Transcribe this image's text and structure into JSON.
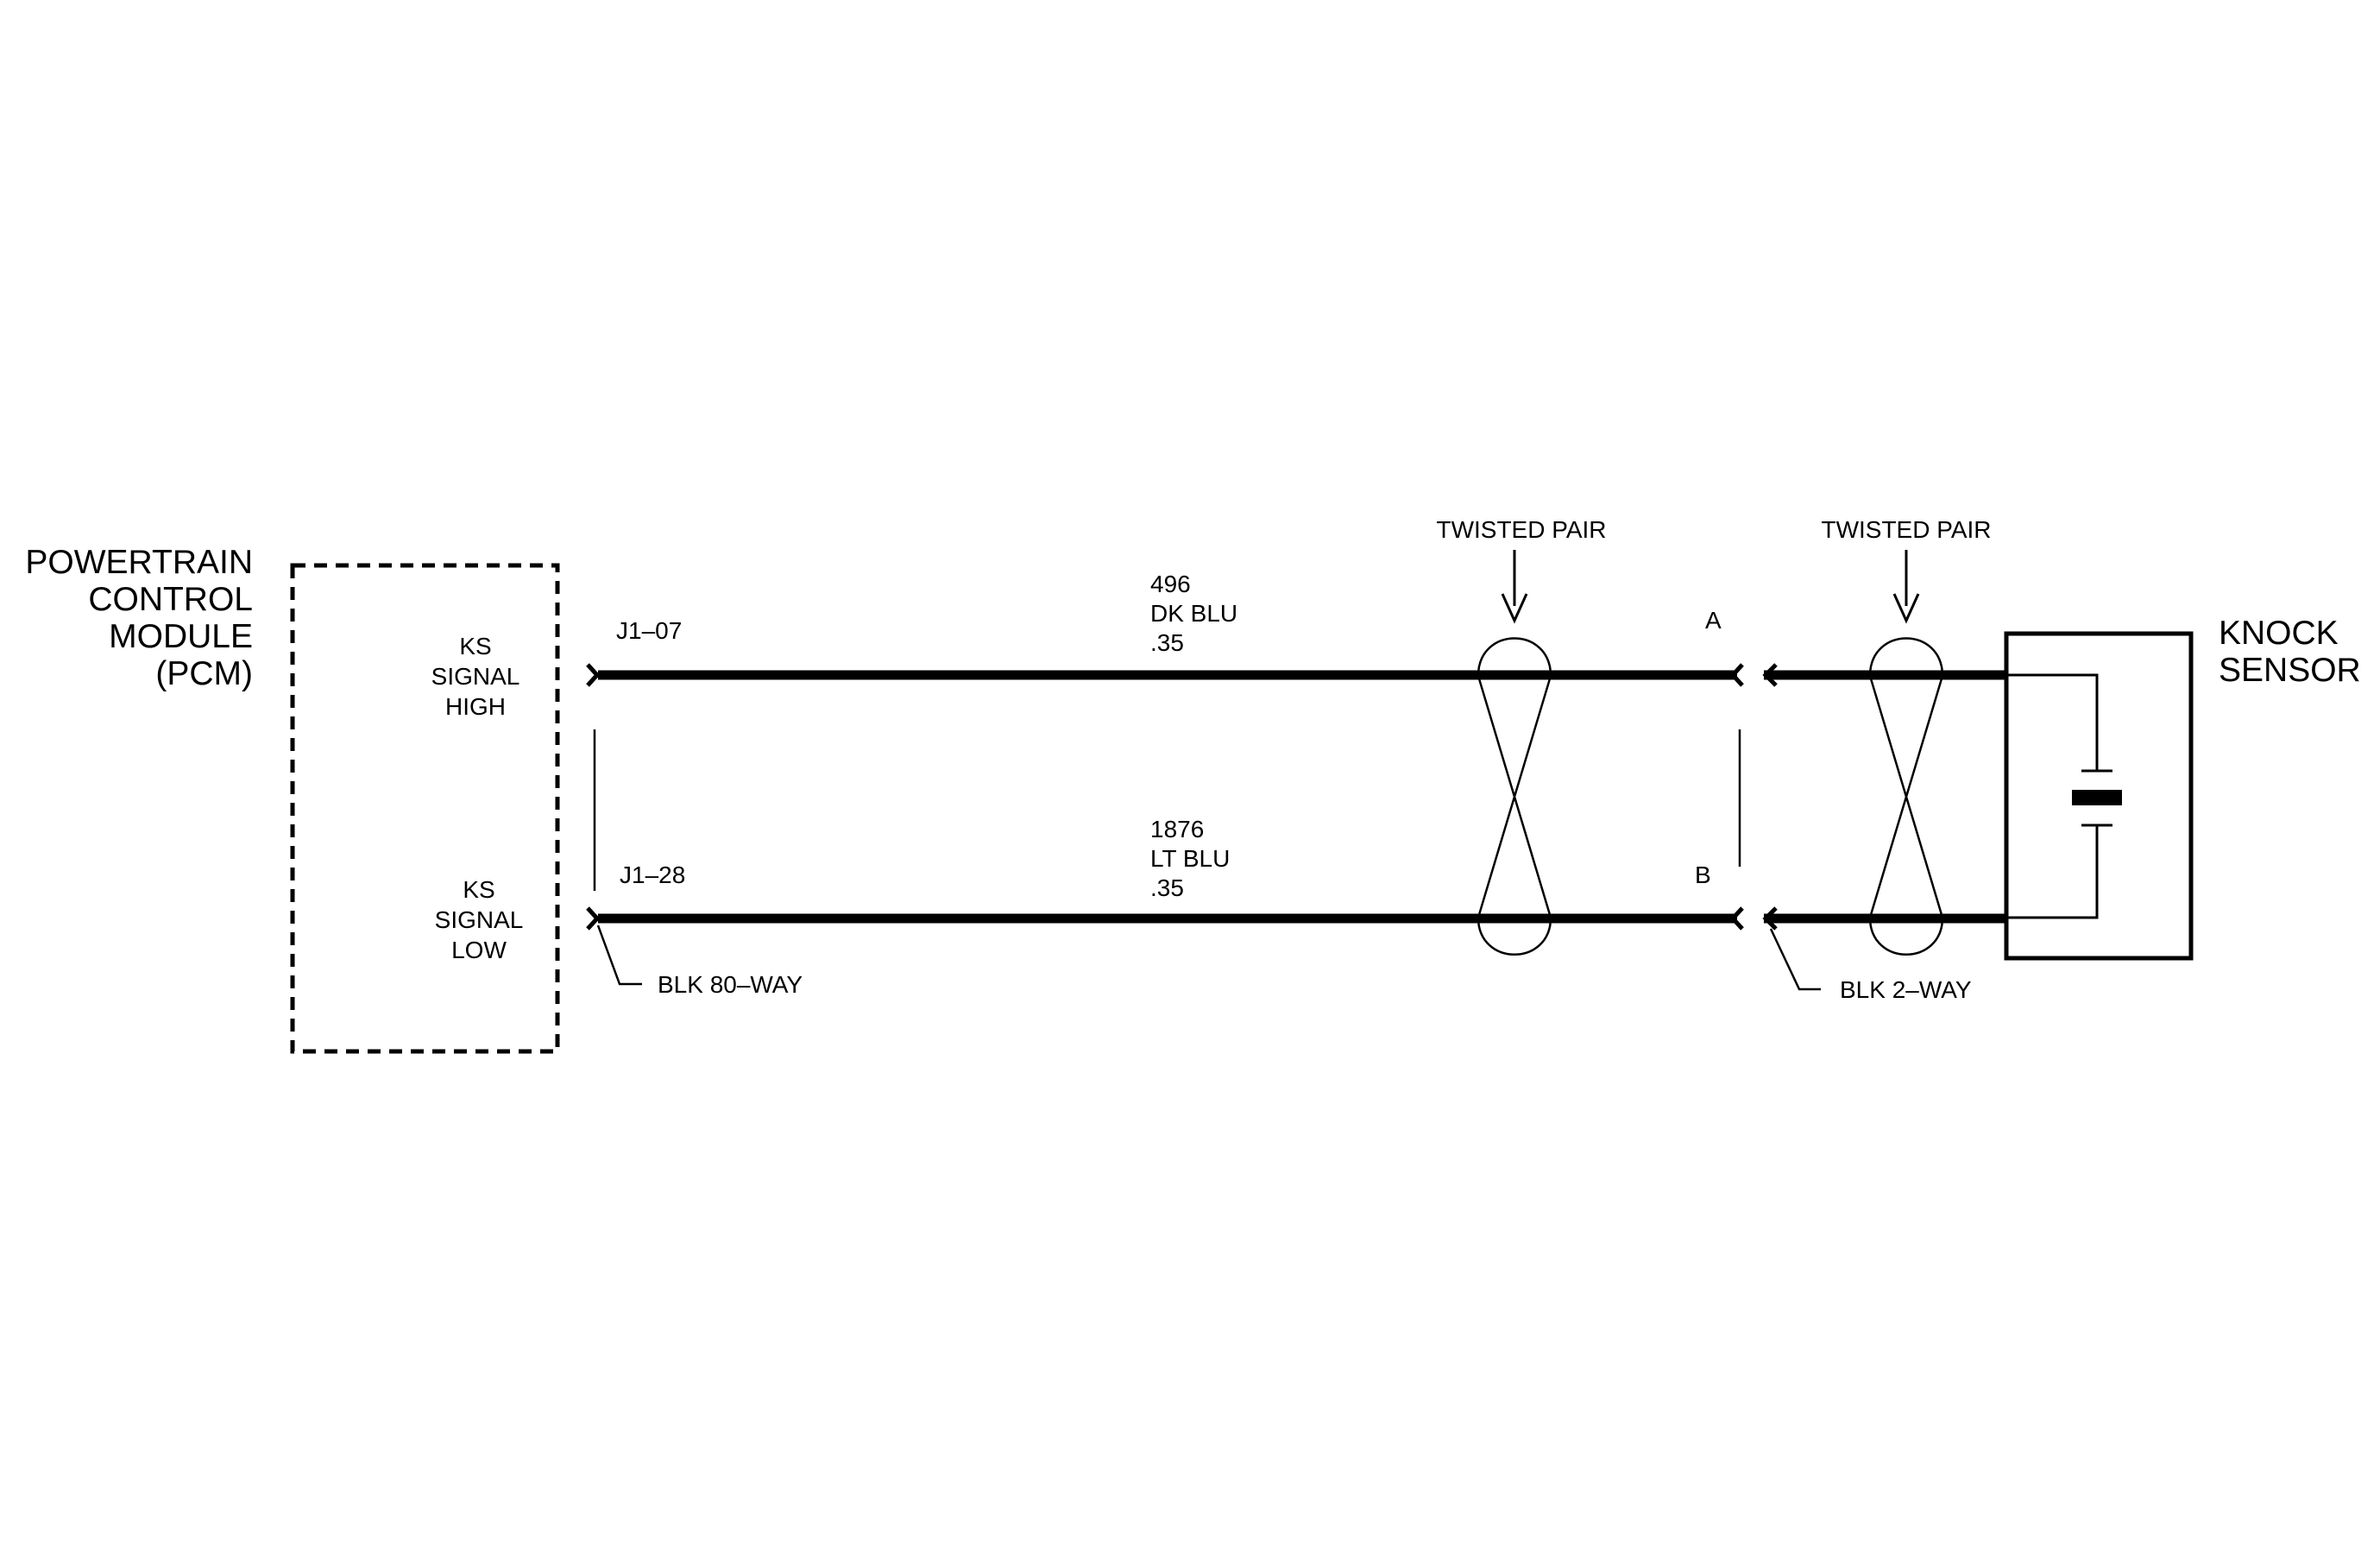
{
  "pcm": {
    "name_lines": [
      "POWERTRAIN",
      "CONTROL",
      "MODULE",
      "(PCM)"
    ],
    "signal_high_lines": [
      "KS",
      "SIGNAL",
      "HIGH"
    ],
    "signal_low_lines": [
      "KS",
      "SIGNAL",
      "LOW"
    ],
    "connector_label": "BLK 80–WAY"
  },
  "wires": {
    "high": {
      "pin": "J1–07",
      "circuit": "496",
      "color": "DK BLU",
      "gauge": ".35",
      "terminal": "A"
    },
    "low": {
      "pin": "J1–28",
      "circuit": "1876",
      "color": "LT BLU",
      "gauge": ".35",
      "terminal": "B"
    }
  },
  "twisted_pair_labels": [
    "TWISTED PAIR",
    "TWISTED PAIR"
  ],
  "sensor": {
    "name_lines": [
      "KNOCK",
      "SENSOR"
    ],
    "connector_label": "BLK 2–WAY"
  }
}
